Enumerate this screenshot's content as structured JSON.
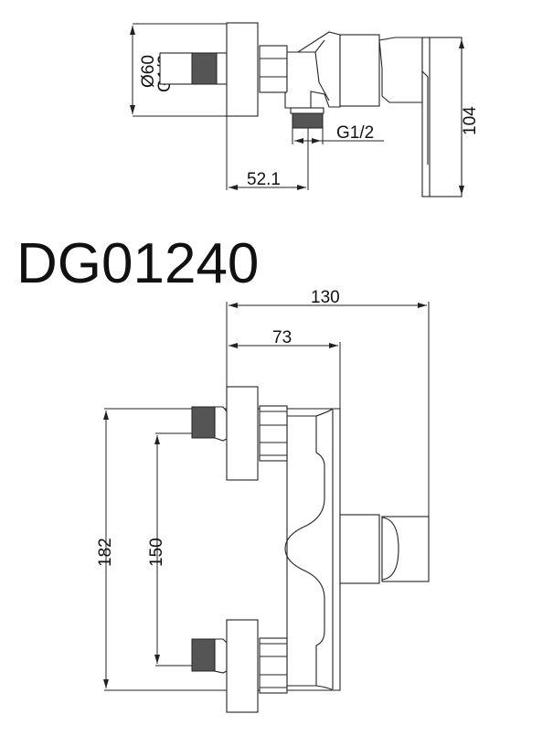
{
  "model_code": "DG01240",
  "side_view": {
    "diameter_label": "Ø60",
    "inlet_thread_label": "G1/2",
    "outlet_thread_label": "G1/2",
    "outlet_offset_label": "52.1",
    "height_label": "104"
  },
  "front_view": {
    "overall_depth_label": "130",
    "body_depth_label": "73",
    "overall_height_label": "182",
    "inlet_spacing_label": "150"
  }
}
